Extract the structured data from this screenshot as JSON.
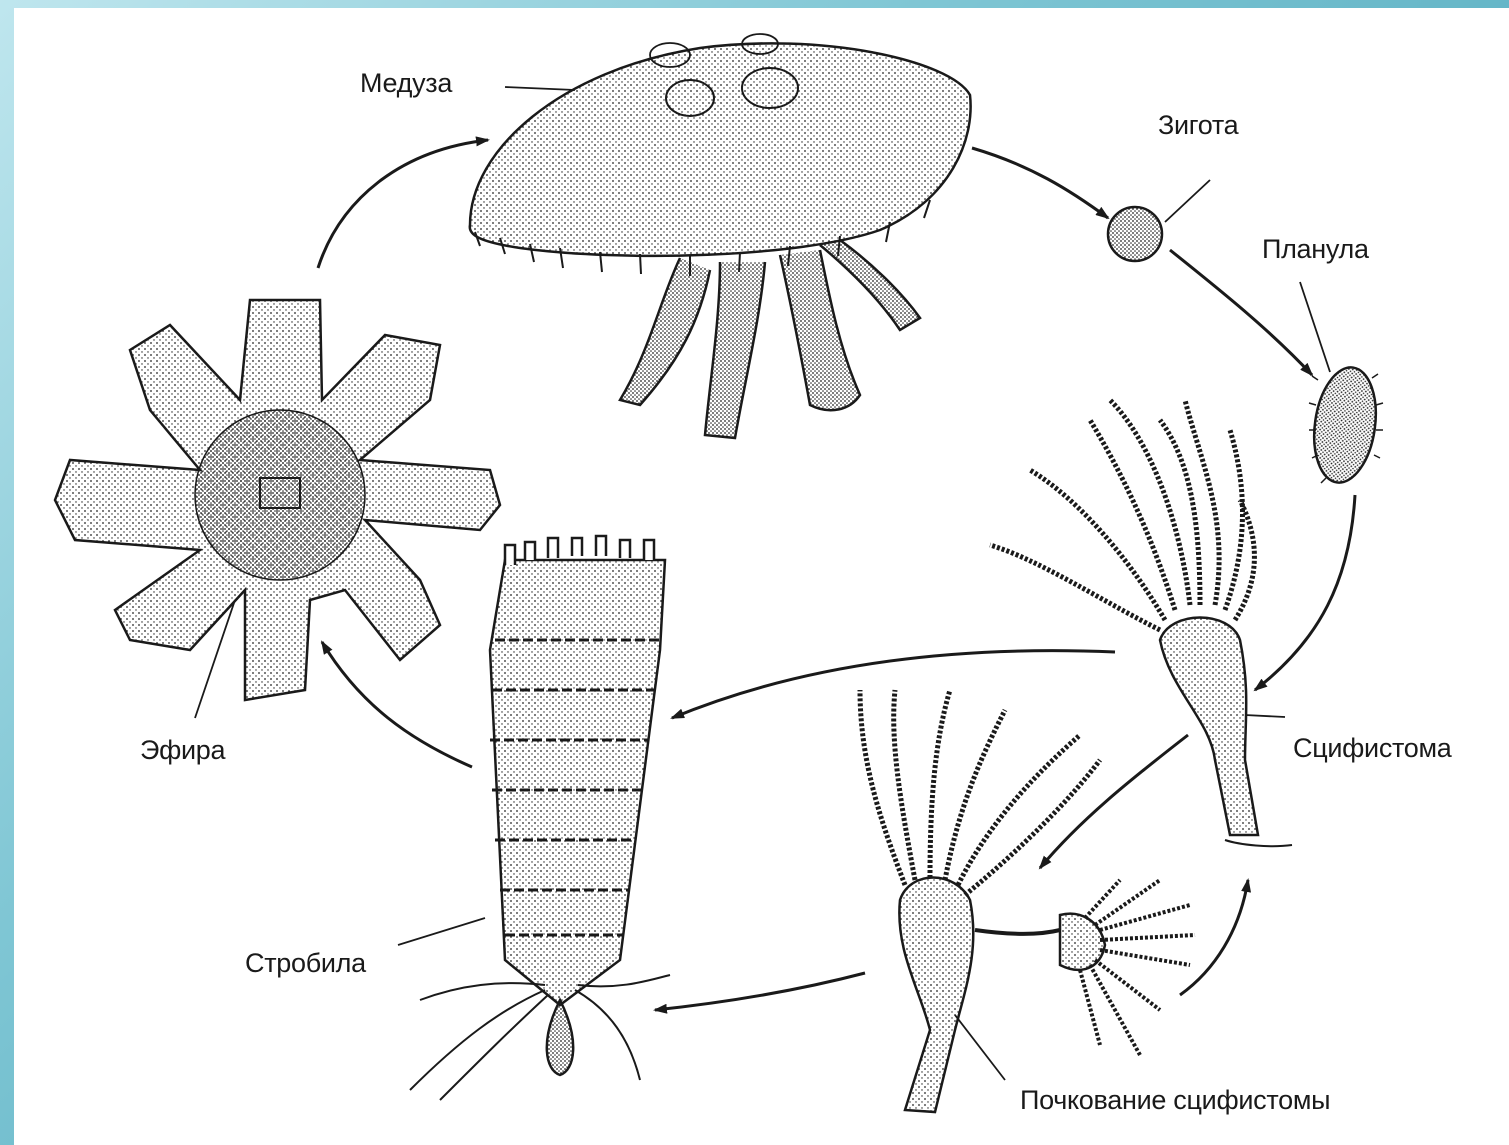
{
  "labels": {
    "medusa": "Медуза",
    "zygote": "Зигота",
    "planula": "Планула",
    "scyphistoma": "Сцифистома",
    "scyphistoma_budding": "Почкование сцифистомы",
    "strobila": "Стробила",
    "ephyra": "Эфира"
  },
  "colors": {
    "ink": "#1a1a1a",
    "paper": "#ffffff",
    "frame": "#5fb3c4"
  }
}
